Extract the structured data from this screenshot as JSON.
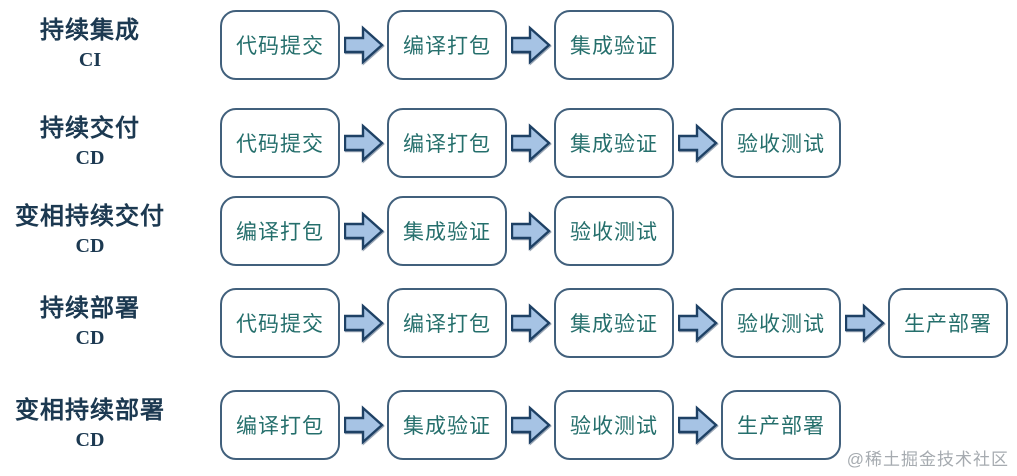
{
  "page": {
    "background": "#ffffff",
    "watermark": "@稀土掘金技术社区"
  },
  "colors": {
    "box_border": "#41607c",
    "box_text": "#256f6c",
    "label_text": "#1c3951",
    "arrow_fill": "#a6c3e4",
    "arrow_stroke": "#1e4165",
    "watermark": "#a6abb0"
  },
  "diagram": {
    "rows": [
      {
        "title": "持续集成",
        "subtitle": "CI",
        "steps": [
          "代码提交",
          "编译打包",
          "集成验证"
        ]
      },
      {
        "title": "持续交付",
        "subtitle": "CD",
        "steps": [
          "代码提交",
          "编译打包",
          "集成验证",
          "验收测试"
        ]
      },
      {
        "title": "变相持续交付",
        "subtitle": "CD",
        "steps": [
          "编译打包",
          "集成验证",
          "验收测试"
        ]
      },
      {
        "title": "持续部署",
        "subtitle": "CD",
        "steps": [
          "代码提交",
          "编译打包",
          "集成验证",
          "验收测试",
          "生产部署"
        ]
      },
      {
        "title": "变相持续部署",
        "subtitle": "CD",
        "steps": [
          "编译打包",
          "集成验证",
          "验收测试",
          "生产部署"
        ]
      }
    ]
  }
}
